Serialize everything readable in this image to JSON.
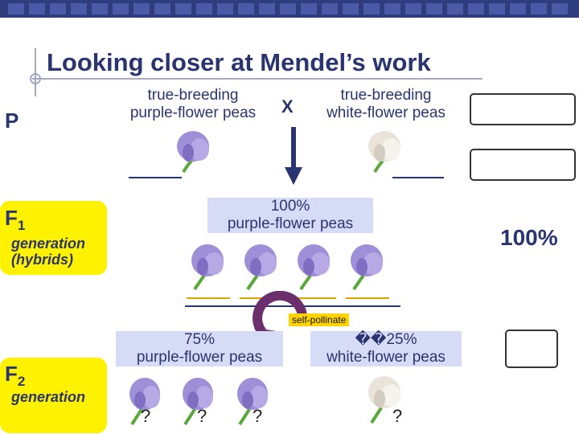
{
  "title": "Looking closer at Mendel’s work",
  "p_label": "P",
  "parent_left": [
    "true-breeding",
    "purple-flower peas"
  ],
  "cross_symbol": "X",
  "parent_right": [
    "true-breeding",
    "white-flower peas"
  ],
  "f1": {
    "letter": "F",
    "sub": "1",
    "line1": "generation",
    "line2": "(hybrids)"
  },
  "f1_result": [
    "100%",
    "purple-flower peas"
  ],
  "f1_answer": "100%",
  "self_pollinate": "self-pollinate",
  "f2": {
    "letter": "F",
    "sub": "2",
    "line1": "generation"
  },
  "f2_purple": [
    "75%",
    "purple-flower peas"
  ],
  "f2_white_pct": "25%",
  "f2_white_glyph": "��",
  "f2_white": "white-flower peas",
  "question_marks": [
    "?",
    "?",
    "?",
    "?"
  ],
  "colors": {
    "header": "#2f3c7e",
    "title": "#2a3470",
    "purple": "#9f8ed8",
    "white": "#f0ebe3",
    "highlight": "#fff200"
  }
}
